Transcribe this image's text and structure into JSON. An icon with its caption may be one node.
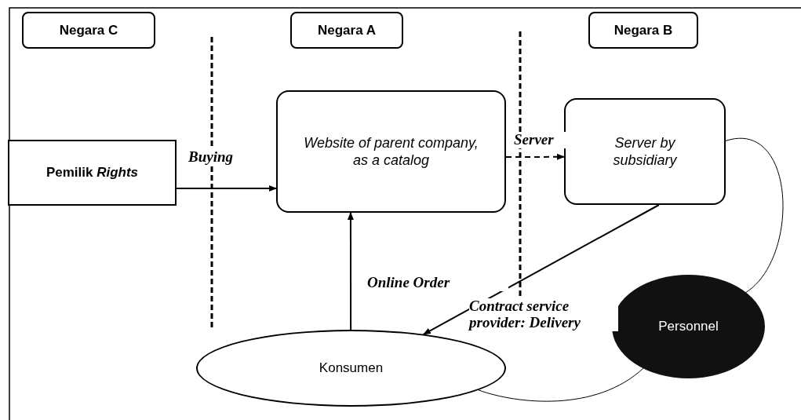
{
  "diagram": {
    "nodes": [
      {
        "text": [
          "Negara C"
        ]
      },
      {
        "text": [
          "Negara A"
        ]
      },
      {
        "text": [
          "Negara B"
        ]
      },
      {
        "text": [
          "Pemilik *Rights*"
        ]
      },
      {
        "text": [
          "Website of parent company, as a catalog"
        ]
      },
      {
        "text": [
          "Server by subsidiary"
        ]
      },
      {
        "text": [
          "Konsumen"
        ]
      },
      {
        "text": [
          "Personnel"
        ]
      }
    ],
    "edges": [
      {
        "from": 3,
        "to": 4,
        "arrow": "to",
        "label": "Buying"
      },
      {
        "from": 4,
        "to": 5,
        "arrow": "to",
        "label": "Server",
        "style": "dashed"
      },
      {
        "from": 6,
        "to": 4,
        "arrow": "to",
        "label": "Online Order"
      },
      {
        "from": 5,
        "to": 6,
        "arrow": "to",
        "label": "Contract service provider: Delivery"
      },
      {
        "from": 5,
        "to": 7,
        "arrow": "none"
      },
      {
        "from": 7,
        "to": 6,
        "arrow": "none"
      }
    ]
  }
}
